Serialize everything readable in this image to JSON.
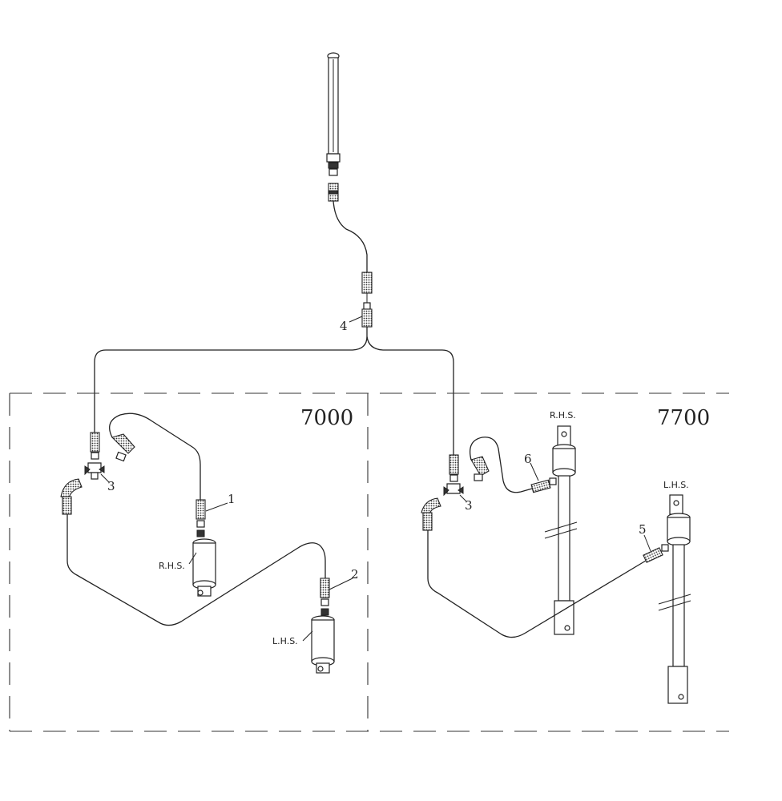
{
  "panels": {
    "left": {
      "model": "7000"
    },
    "right": {
      "model": "7700"
    }
  },
  "callouts": {
    "c1": "1",
    "c2": "2",
    "c3_left": "3",
    "c3_right": "3",
    "c4": "4",
    "c5": "5",
    "c6": "6"
  },
  "labels": {
    "rhs_left": "R.H.S.",
    "lhs_left": "L.H.S.",
    "rhs_right": "R.H.S.",
    "lhs_right": "L.H.S."
  }
}
